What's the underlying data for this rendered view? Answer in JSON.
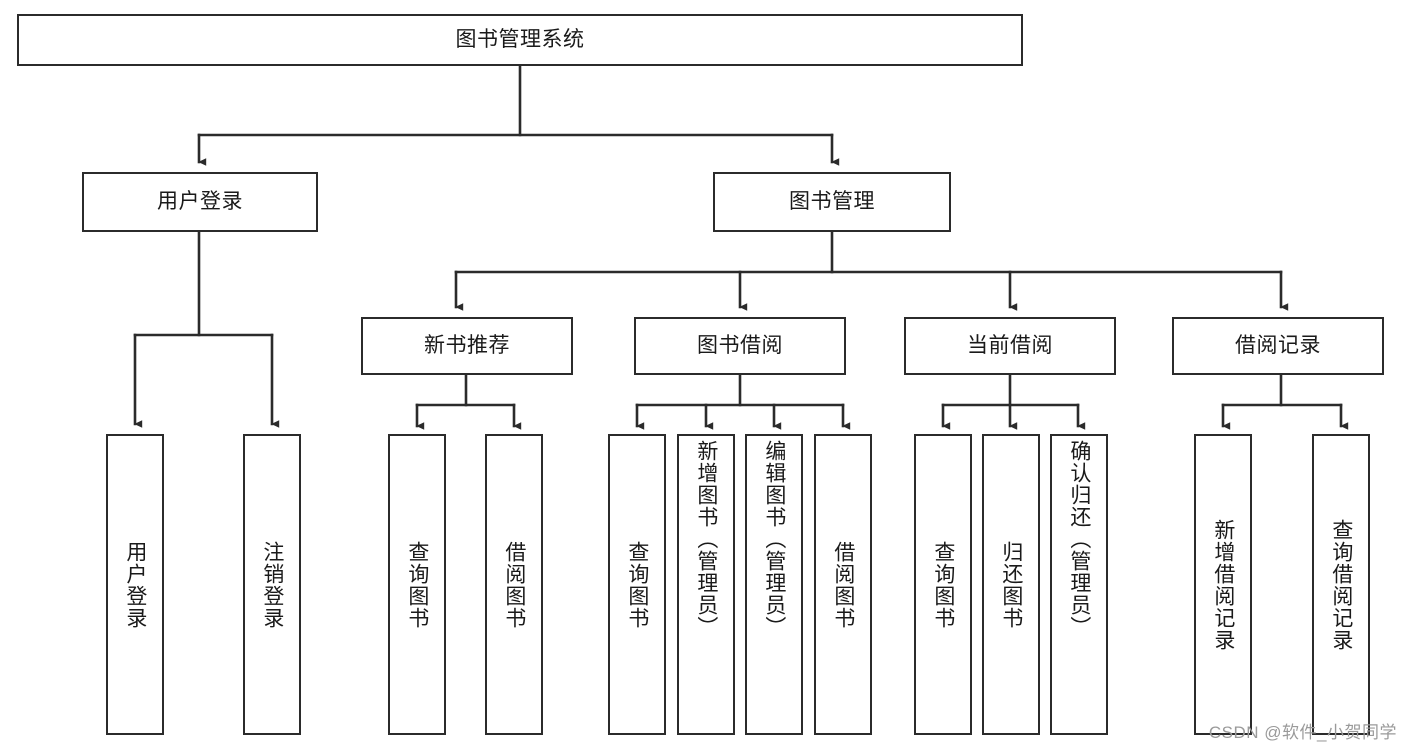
{
  "diagram": {
    "title": "图书管理系统",
    "type": "tree-hierarchy-chart",
    "watermark": "CSDN @软件_小贺同学",
    "colors": {
      "background": "#ffffff",
      "border": "#2b2b2b",
      "text": "#1a1a1a",
      "edge": "#2b2b2b",
      "watermark": "#9a9a9a"
    },
    "root": {
      "label": "图书管理系统"
    },
    "level2": [
      {
        "label": "用户登录"
      },
      {
        "label": "图书管理"
      }
    ],
    "level3": [
      {
        "label": "新书推荐"
      },
      {
        "label": "图书借阅"
      },
      {
        "label": "当前借阅"
      },
      {
        "label": "借阅记录"
      }
    ],
    "leaves": {
      "user_login": [
        {
          "label": "用户登录"
        },
        {
          "label": "注销登录"
        }
      ],
      "new_book_recommend": [
        {
          "label": "查询图书"
        },
        {
          "label": "借阅图书"
        }
      ],
      "book_borrow": [
        {
          "label": "查询图书"
        },
        {
          "label": "新增图书（管理员）"
        },
        {
          "label": "编辑图书（管理员）"
        },
        {
          "label": "借阅图书"
        }
      ],
      "current_borrow": [
        {
          "label": "查询图书"
        },
        {
          "label": "归还图书"
        },
        {
          "label": "确认归还（管理员）"
        }
      ],
      "borrow_record": [
        {
          "label": "新增借阅记录"
        },
        {
          "label": "查询借阅记录"
        }
      ]
    }
  }
}
